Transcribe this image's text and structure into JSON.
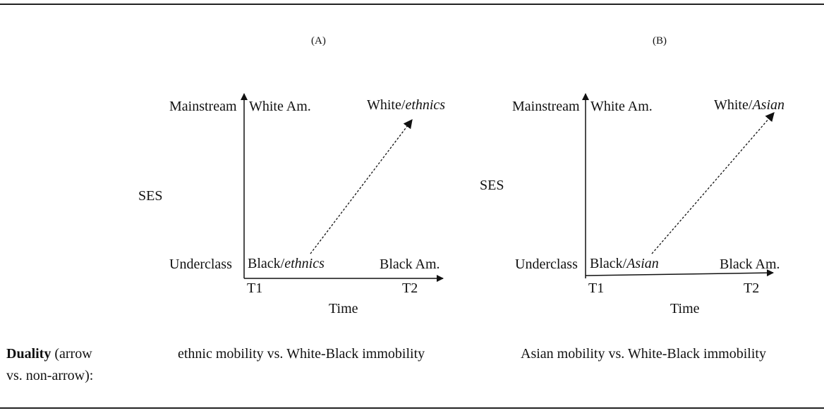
{
  "panel_a": {
    "label": "(A)",
    "y_axis_title": "SES",
    "y_top": "Mainstream",
    "y_bottom": "Underclass",
    "top_left_text": "White Am.",
    "top_right_prefix": "White/",
    "top_right_italic": "ethnics",
    "bottom_left_prefix": "Black/",
    "bottom_left_italic": "ethnics",
    "bottom_right_text": "Black Am.",
    "t1": "T1",
    "t2": "T2",
    "x_axis_title": "Time",
    "caption": "ethnic mobility vs. White-Black immobility"
  },
  "panel_b": {
    "label": "(B)",
    "y_axis_title": "SES",
    "y_top": "Mainstream",
    "y_bottom": "Underclass",
    "top_left_text": "White Am.",
    "top_right_prefix": "White/",
    "top_right_italic": "Asian",
    "bottom_left_prefix": "Black/",
    "bottom_left_italic": "Asian",
    "bottom_right_text": "Black Am.",
    "t1": "T1",
    "t2": "T2",
    "x_axis_title": "Time",
    "caption": "Asian mobility vs. White-Black immobility"
  },
  "legend": {
    "bold_term": "Duality",
    "rest_line1": " (arrow",
    "line2": "vs. non-arrow):"
  }
}
